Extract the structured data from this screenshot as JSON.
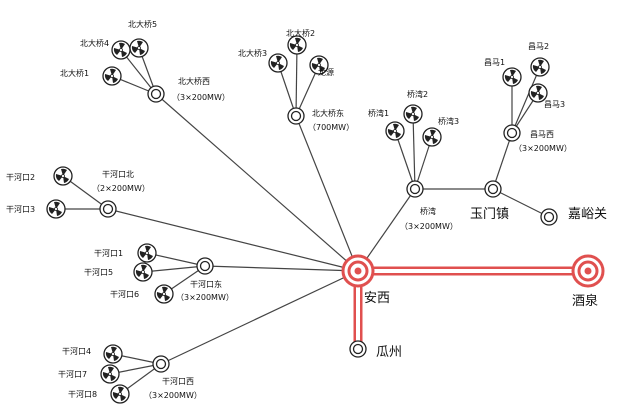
{
  "hubs": {
    "anxi": "安西",
    "jiuquan": "酒泉",
    "guazhou": "瓜州",
    "yumenzhen": "玉门镇",
    "jiayuguan": "嘉峪关"
  },
  "farms": {
    "beidaqiao_xi": {
      "name": "北大桥西",
      "cap": "（3×200MW）"
    },
    "beidaqiao_dong": {
      "name": "北大桥东",
      "cap": "（700MW）"
    },
    "ganhekou_bei": {
      "name": "干河口北",
      "cap": "（2×200MW）"
    },
    "ganhekou_dong": {
      "name": "干河口东",
      "cap": "（3×200MW）"
    },
    "ganhekou_xi": {
      "name": "干河口西",
      "cap": "（3×200MW）"
    },
    "qiaowan": {
      "name": "桥湾",
      "cap": "（3×200MW）"
    },
    "changma_xi": {
      "name": "昌马西",
      "cap": "（3×200MW）"
    }
  },
  "turbines": {
    "bdq5": "北大桥5",
    "bdq4": "北大桥4",
    "bdq1": "北大桥1",
    "bdq3": "北大桥3",
    "bdq2": "北大桥2",
    "longyuan": "龙源",
    "ghk2": "干河口2",
    "ghk3": "干河口3",
    "ghk1": "干河口1",
    "ghk5": "干河口5",
    "ghk6": "干河口6",
    "ghk4": "干河口4",
    "ghk7": "干河口7",
    "ghk8": "干河口8",
    "qw1": "桥湾1",
    "qw2": "桥湾2",
    "qw3": "桥湾3",
    "cm1": "昌马1",
    "cm2": "昌马2",
    "cm3": "昌马3"
  },
  "colors": {
    "trunk": "#e0504f",
    "line": "#444444"
  }
}
